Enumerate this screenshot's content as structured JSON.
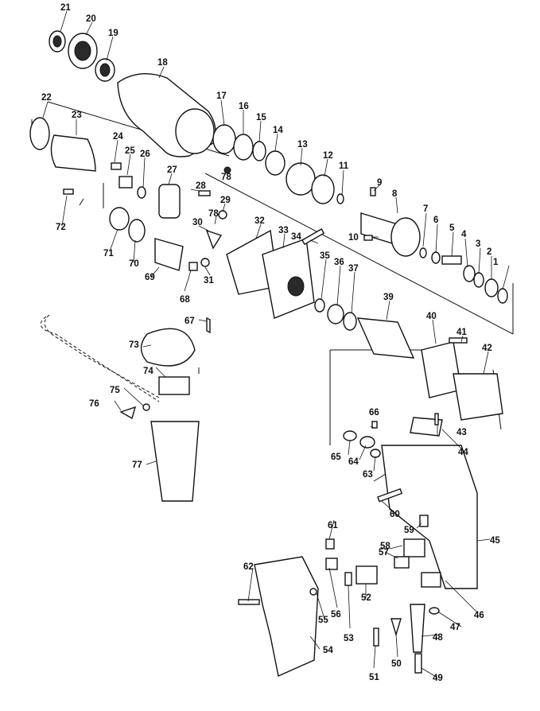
{
  "diagram": {
    "labels": {
      "1": "1",
      "2": "2",
      "3": "3",
      "4": "4",
      "5": "5",
      "6": "6",
      "7": "7",
      "8": "8",
      "9": "9",
      "10": "10",
      "11": "11",
      "12": "12",
      "13": "13",
      "14": "14",
      "15": "15",
      "16": "16",
      "17": "17",
      "18": "18",
      "19": "19",
      "20": "20",
      "21": "21",
      "22": "22",
      "23": "23",
      "24": "24",
      "25": "25",
      "26": "26",
      "27": "27",
      "28": "28",
      "29": "29",
      "30": "30",
      "31": "31",
      "32": "32",
      "33": "33",
      "34": "34",
      "35": "35",
      "36": "36",
      "37": "37",
      "39": "39",
      "40": "40",
      "41": "41",
      "42": "42",
      "43": "43",
      "44": "44",
      "45": "45",
      "46": "46",
      "47": "47",
      "48": "48",
      "49": "49",
      "50": "50",
      "51": "51",
      "52": "52",
      "53": "53",
      "54": "54",
      "55": "55",
      "56": "56",
      "57": "57",
      "58": "58",
      "59": "59",
      "60": "60",
      "61": "61",
      "62": "62",
      "63": "63",
      "64": "64",
      "65": "65",
      "66": "66",
      "67": "67",
      "68": "68",
      "69": "69",
      "70": "70",
      "71": "71",
      "72": "72",
      "73": "73",
      "74": "74",
      "75": "75",
      "76": "76",
      "77": "77",
      "78a": "78",
      "78b": "78"
    }
  }
}
